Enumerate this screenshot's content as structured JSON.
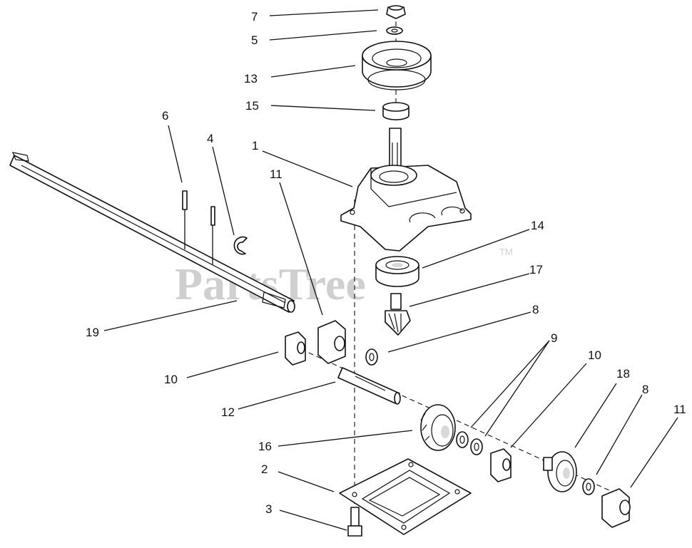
{
  "watermark": {
    "text": "PartsTree",
    "trademark": "TM"
  },
  "callouts": [
    {
      "id": "c7",
      "text": "7"
    },
    {
      "id": "c5",
      "text": "5"
    },
    {
      "id": "c13",
      "text": "13"
    },
    {
      "id": "c15",
      "text": "15"
    },
    {
      "id": "c6",
      "text": "6"
    },
    {
      "id": "c4",
      "text": "4"
    },
    {
      "id": "c1",
      "text": "1"
    },
    {
      "id": "c11a",
      "text": "11"
    },
    {
      "id": "c14",
      "text": "14"
    },
    {
      "id": "c17",
      "text": "17"
    },
    {
      "id": "c8a",
      "text": "8"
    },
    {
      "id": "c19",
      "text": "19"
    },
    {
      "id": "c9",
      "text": "9"
    },
    {
      "id": "c10a",
      "text": "10"
    },
    {
      "id": "c10b",
      "text": "10"
    },
    {
      "id": "c18",
      "text": "18"
    },
    {
      "id": "c8b",
      "text": "8"
    },
    {
      "id": "c11b",
      "text": "11"
    },
    {
      "id": "c12",
      "text": "12"
    },
    {
      "id": "c16",
      "text": "16"
    },
    {
      "id": "c2",
      "text": "2"
    },
    {
      "id": "c3",
      "text": "3"
    }
  ]
}
